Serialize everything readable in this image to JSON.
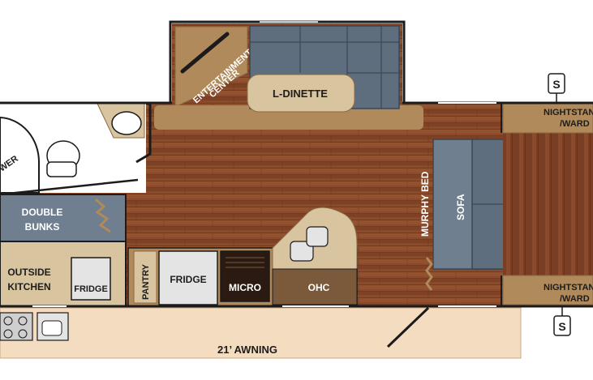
{
  "floorplan": {
    "labels": {
      "entertainment": "ENTERTAINMENT",
      "center": "CENTER",
      "l_dinette": "L-DINETTE",
      "shower": "WER",
      "double": "DOUBLE",
      "bunks": "BUNKS",
      "outside": "OUTSIDE",
      "kitchen": "KITCHEN",
      "outside_fridge": "FRIDGE",
      "pantry": "PANTRY",
      "fridge": "FRIDGE",
      "micro": "MICRO",
      "ohc": "OHC",
      "murphy_bed": "MURPHY BED",
      "sofa": "SOFA",
      "nightstand_top_1": "NIGHTSTAN",
      "nightstand_top_2": "/WARD",
      "nightstand_bottom_1": "NIGHTSTAN",
      "nightstand_bottom_2": "/WARD",
      "awning": "21’ AWNING",
      "speaker_top": "S",
      "speaker_bottom": "S"
    },
    "colors": {
      "wood_floor": "#8a4a2c",
      "tan_counter": "#b08a5a",
      "wall": "#1b1b1b",
      "cushion_gray": "#5f6e7e",
      "slate_floor": "#6f7f8f",
      "awning": "#f3dcc0",
      "mattress": "#d9c4a0"
    }
  }
}
